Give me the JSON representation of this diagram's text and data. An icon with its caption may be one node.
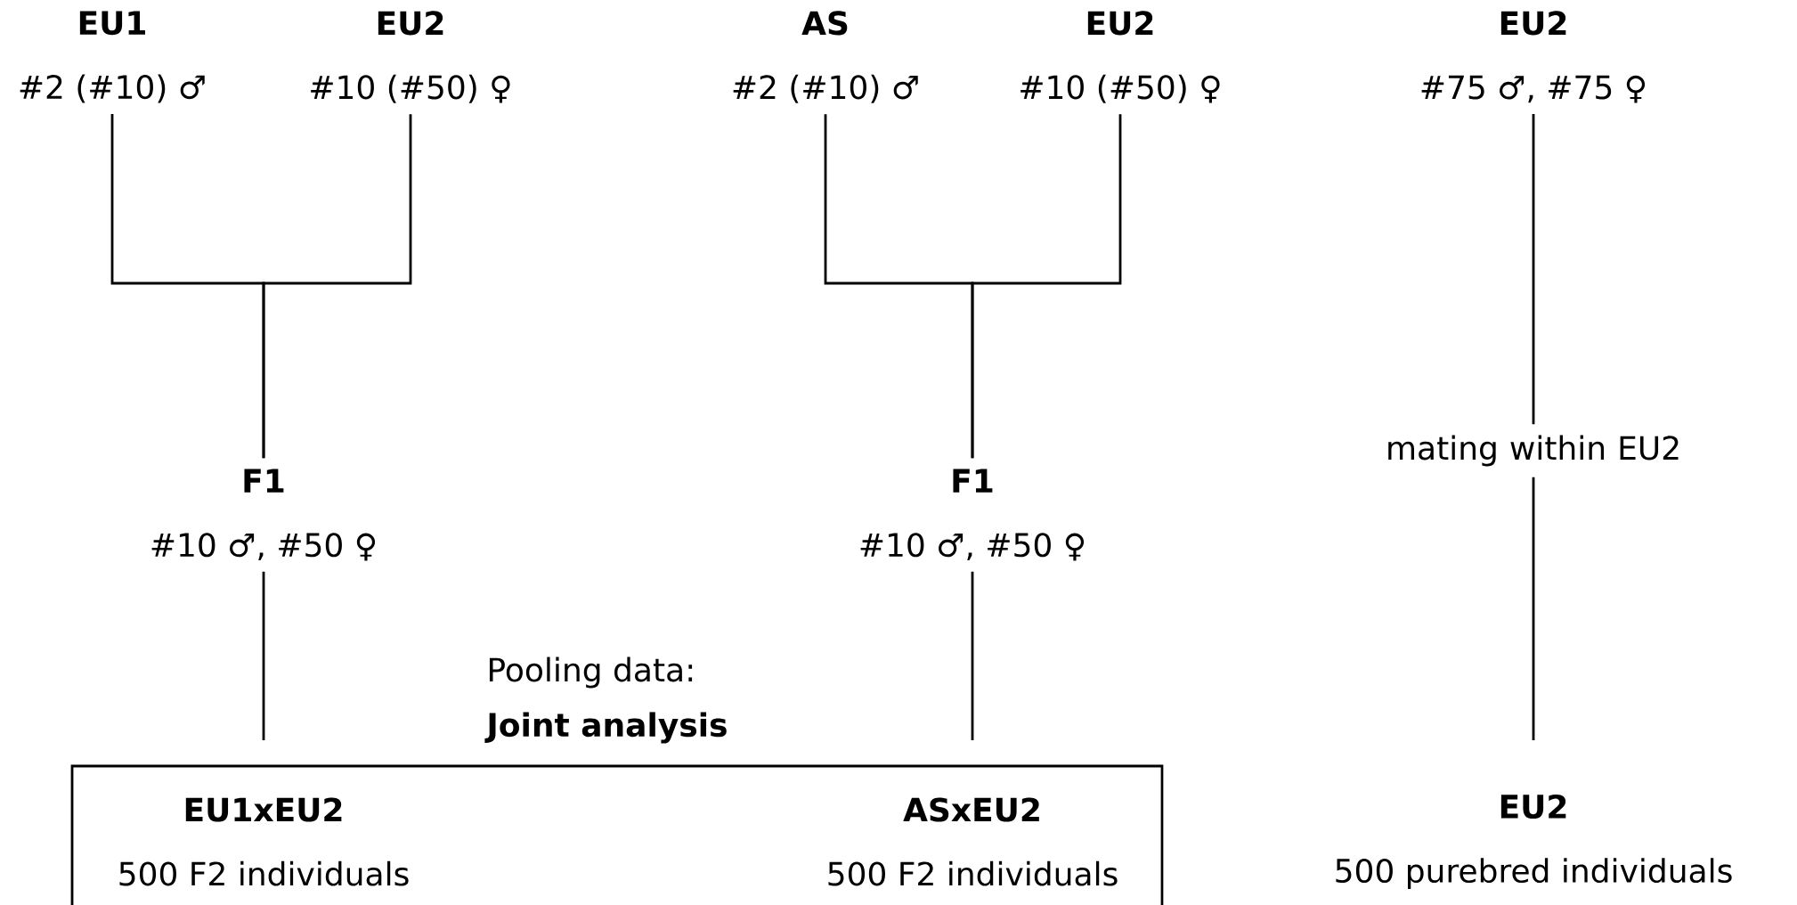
{
  "diagram": {
    "nodes": [
      {
        "text": [
          "EU1",
          "#2 (#10) ♂"
        ]
      },
      {
        "text": [
          "EU2",
          "#10 (#50) ♀"
        ]
      },
      {
        "text": [
          "AS",
          "#2 (#10) ♂"
        ]
      },
      {
        "text": [
          "EU2",
          "#10 (#50) ♀"
        ]
      },
      {
        "text": [
          "EU2",
          "#75 ♂, #75 ♀"
        ]
      },
      {
        "text": [
          "F1",
          "#10 ♂, #50 ♀"
        ]
      },
      {
        "text": [
          "F1",
          "#10 ♂, #50 ♀"
        ]
      },
      {
        "text": [
          "mating within EU2"
        ]
      },
      {
        "text": [
          "Pooling data:",
          "Joint analysis"
        ]
      },
      {
        "text": [
          "EU1xEU2",
          "500 F2 individuals"
        ],
        "in": 8
      },
      {
        "text": [
          "ASxEU2",
          "500 F2 individuals"
        ],
        "in": 8
      },
      {
        "text": [
          "EU2",
          "500 purebred individuals"
        ]
      }
    ],
    "edges": [
      {
        "from": 0,
        "to": 5,
        "arrow": "none"
      },
      {
        "from": 1,
        "to": 5,
        "arrow": "none"
      },
      {
        "from": 2,
        "to": 6,
        "arrow": "none"
      },
      {
        "from": 3,
        "to": 6,
        "arrow": "none"
      },
      {
        "from": 4,
        "to": 7,
        "arrow": "none"
      },
      {
        "from": 7,
        "to": 11,
        "arrow": "none"
      },
      {
        "from": 5,
        "to": 9,
        "arrow": "none"
      },
      {
        "from": 6,
        "to": 10,
        "arrow": "none"
      }
    ]
  }
}
